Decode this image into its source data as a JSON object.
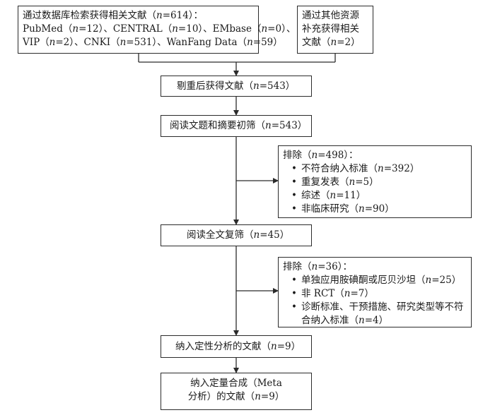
{
  "db_search": {
    "line1_pre": "通过数据库检索获得相关文献（",
    "n_symbol": "n",
    "line1_post": "=614）：",
    "line2": [
      {
        "pre": "PubMed（",
        "post": "=12）、"
      },
      {
        "pre": "CENTRAL（",
        "post": "=10）、"
      },
      {
        "pre": "EMbase（",
        "post": "=0）、"
      }
    ],
    "line3": [
      {
        "pre": "VIP（",
        "post": "=2）、"
      },
      {
        "pre": "CNKI（",
        "post": "=531）、"
      },
      {
        "pre": "WanFang Data（",
        "post": "=59）"
      }
    ]
  },
  "other_sources": {
    "line1": "通过其他资源",
    "line2": "补充获得相关",
    "line3_pre": "文献（",
    "line3_post": "=2）"
  },
  "dedup": {
    "pre": "剔重后获得文献（",
    "post": "=543）"
  },
  "screen_title": {
    "pre": "阅读文题和摘要初筛（",
    "post": "=543）"
  },
  "exclude1": {
    "head_pre": "排除（",
    "head_post": "=498）：",
    "items": [
      {
        "pre": "不符合纳入标准（",
        "post": "=392）"
      },
      {
        "pre": "重复发表（",
        "post": "=5）"
      },
      {
        "pre": "综述（",
        "post": "=11）"
      },
      {
        "pre": "非临床研究（",
        "post": "=90）"
      }
    ]
  },
  "fulltext": {
    "pre": "阅读全文复筛（",
    "post": "=45）"
  },
  "exclude2": {
    "head_pre": "排除（",
    "head_post": "=36）：",
    "items": [
      {
        "pre": "单独应用胺碘酮或厄贝沙坦（",
        "post": "=25）"
      },
      {
        "pre": "非 RCT（",
        "post": "=7）"
      },
      {
        "pre": "诊断标准、干预措施、研究类型等不符合纳入标准（",
        "post": "=4）"
      }
    ]
  },
  "qualitative": {
    "pre": "纳入定性分析的文献（",
    "post": "=9）"
  },
  "meta": {
    "line1": "纳入定量合成（Meta",
    "line2_pre": "分析）的文献（",
    "line2_post": "=9）"
  }
}
